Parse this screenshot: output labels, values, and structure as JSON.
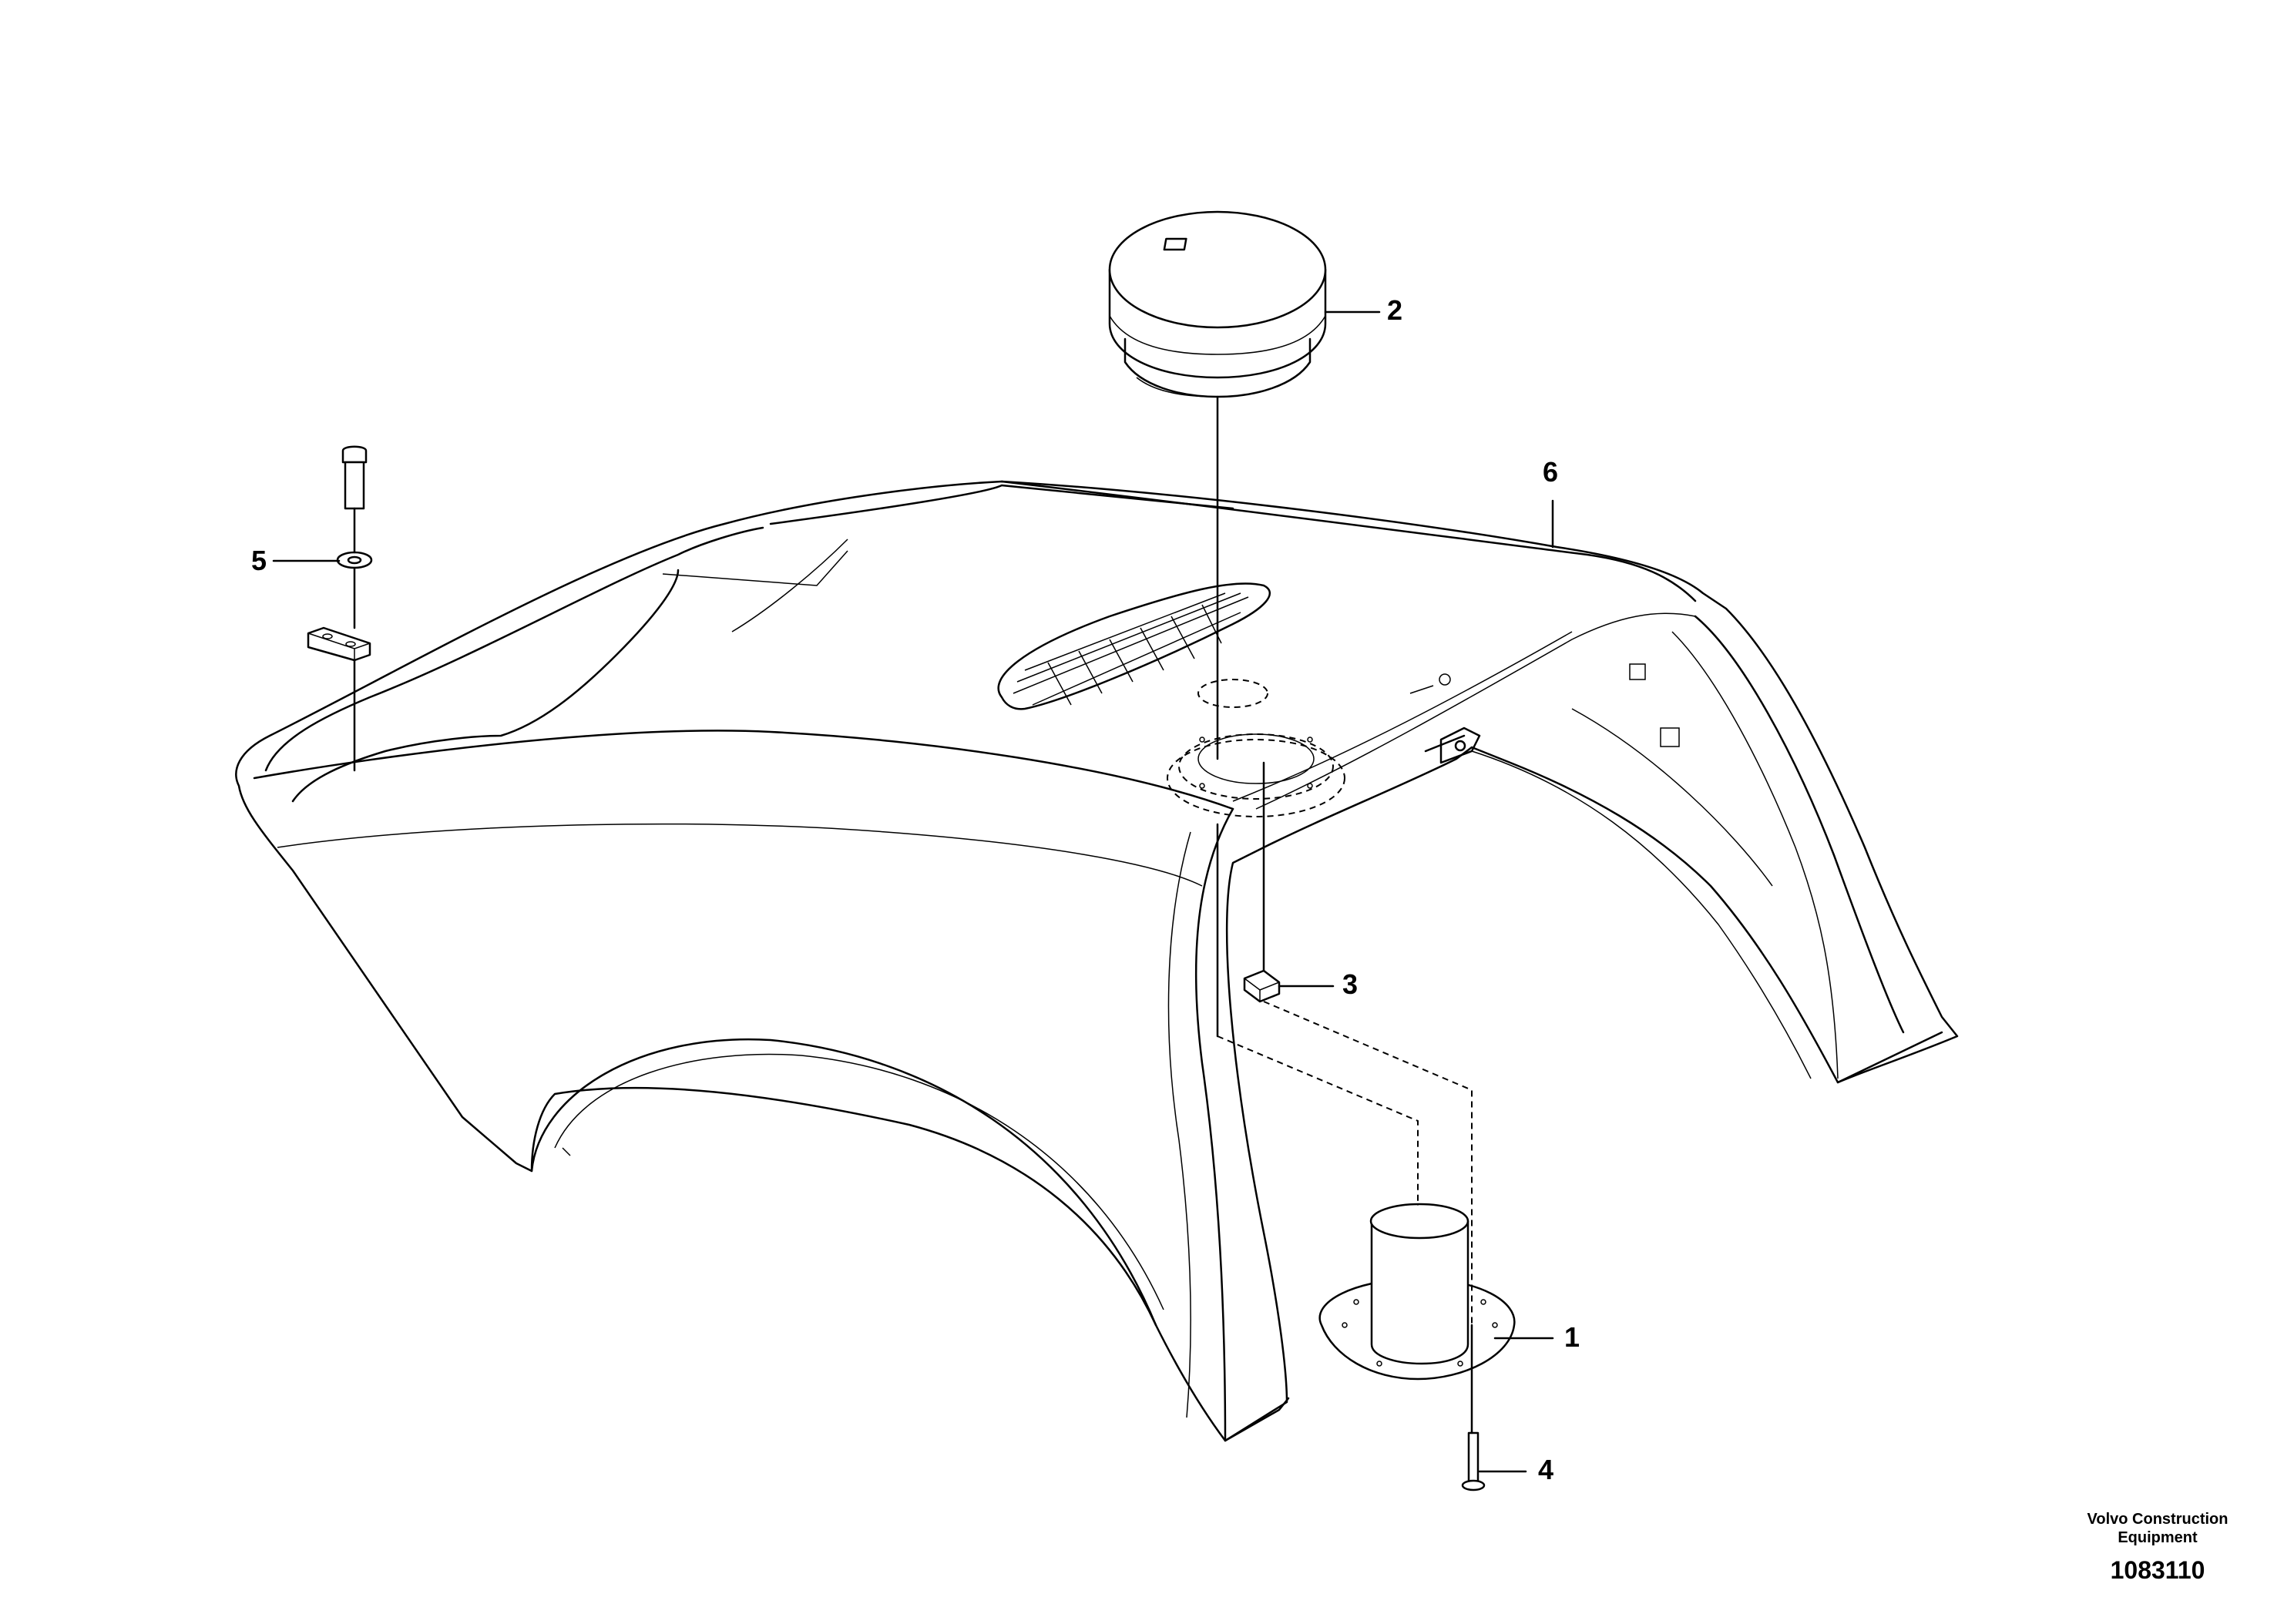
{
  "diagram": {
    "callouts": [
      {
        "id": "1",
        "label": "1"
      },
      {
        "id": "2",
        "label": "2"
      },
      {
        "id": "3",
        "label": "3"
      },
      {
        "id": "4",
        "label": "4"
      },
      {
        "id": "5",
        "label": "5"
      },
      {
        "id": "6",
        "label": "6"
      }
    ],
    "brand": {
      "line1": "Volvo Construction",
      "line2": "Equipment"
    },
    "document_number": "1083110"
  }
}
